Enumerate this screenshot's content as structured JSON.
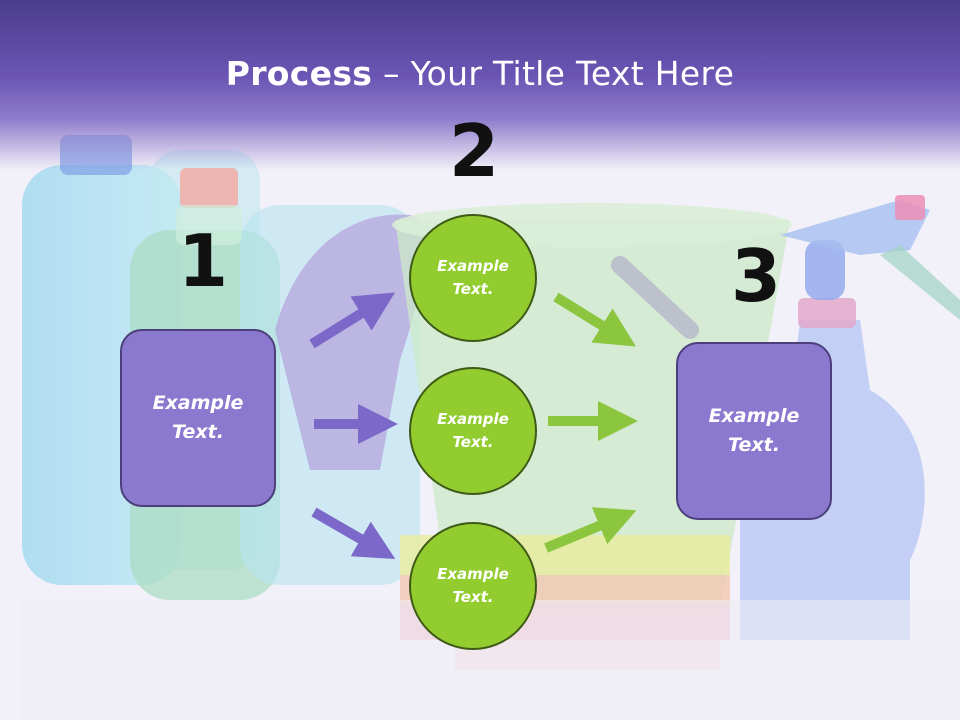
{
  "slide": {
    "title_bold": "Process",
    "title_rest": " – Your Title Text Here",
    "step1_number": "1",
    "step2_number": "2",
    "step3_number": "3",
    "left_box_text": "Example Text.",
    "right_box_text": "Example Text.",
    "circles": [
      {
        "text": "Example Text."
      },
      {
        "text": "Example Text."
      },
      {
        "text": "Example Text."
      }
    ]
  },
  "colors": {
    "purple_box": "#8a79cf",
    "green_circle": "#92cc2f",
    "purple_arrow": "#7b68c8",
    "green_arrow": "#8cc63f"
  }
}
